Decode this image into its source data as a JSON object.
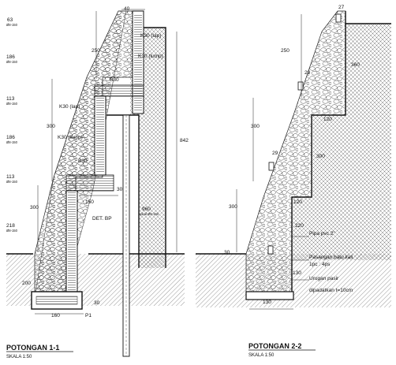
{
  "section_1": {
    "title": "POTONGAN 1-1",
    "scale": "SKALA 1:50",
    "dims": {
      "top": "40",
      "d63": "63",
      "d63_sub": "Ø8-150",
      "d186a": "186",
      "d186a_sub": "Ø8-150",
      "d113a": "113",
      "d113a_sub": "Ø8-150",
      "d186b": "186",
      "d186b_sub": "Ø8-150",
      "d113b": "113",
      "d113b_sub": "Ø8-150",
      "d218": "218",
      "d218_sub": "Ø8-150",
      "d250": "250",
      "d300a": "300",
      "d300b": "300",
      "d200": "200",
      "d160": "160",
      "d30a": "30",
      "d30b": "30",
      "d150": "150",
      "d842": "842",
      "d960": "960",
      "d960_sub": "spiral Ø8-150"
    },
    "labels": {
      "k30_lap_1": "K30 (lap)",
      "k30_lump_1": "K30 (lump)",
      "b30_1": "B30",
      "k30_lap_2": "K30 (lap)",
      "k30_lump_2": "K30 (lump)",
      "b30_2": "B30",
      "det_bp": "DET. BP",
      "p1": "P1"
    }
  },
  "section_2": {
    "title": "POTONGAN 2-2",
    "scale": "SKALA 1:50",
    "dims": {
      "d27": "27",
      "d250": "250",
      "d360": "360",
      "d29a": "29",
      "d300a": "300",
      "d120a": "120",
      "d300b": "300",
      "d29b": "29",
      "d120b": "120",
      "d300c": "300",
      "d220": "220",
      "d30": "30",
      "d130a": "130",
      "d130b": "130"
    },
    "notes": {
      "pipe": "Pipa pvc 2\"",
      "masonry_1": "Pasangan batu kali",
      "masonry_2": "1pc : 4ps",
      "sand_1": "Urugan pasir",
      "sand_2": "dipadatkan  t=10cm"
    }
  }
}
